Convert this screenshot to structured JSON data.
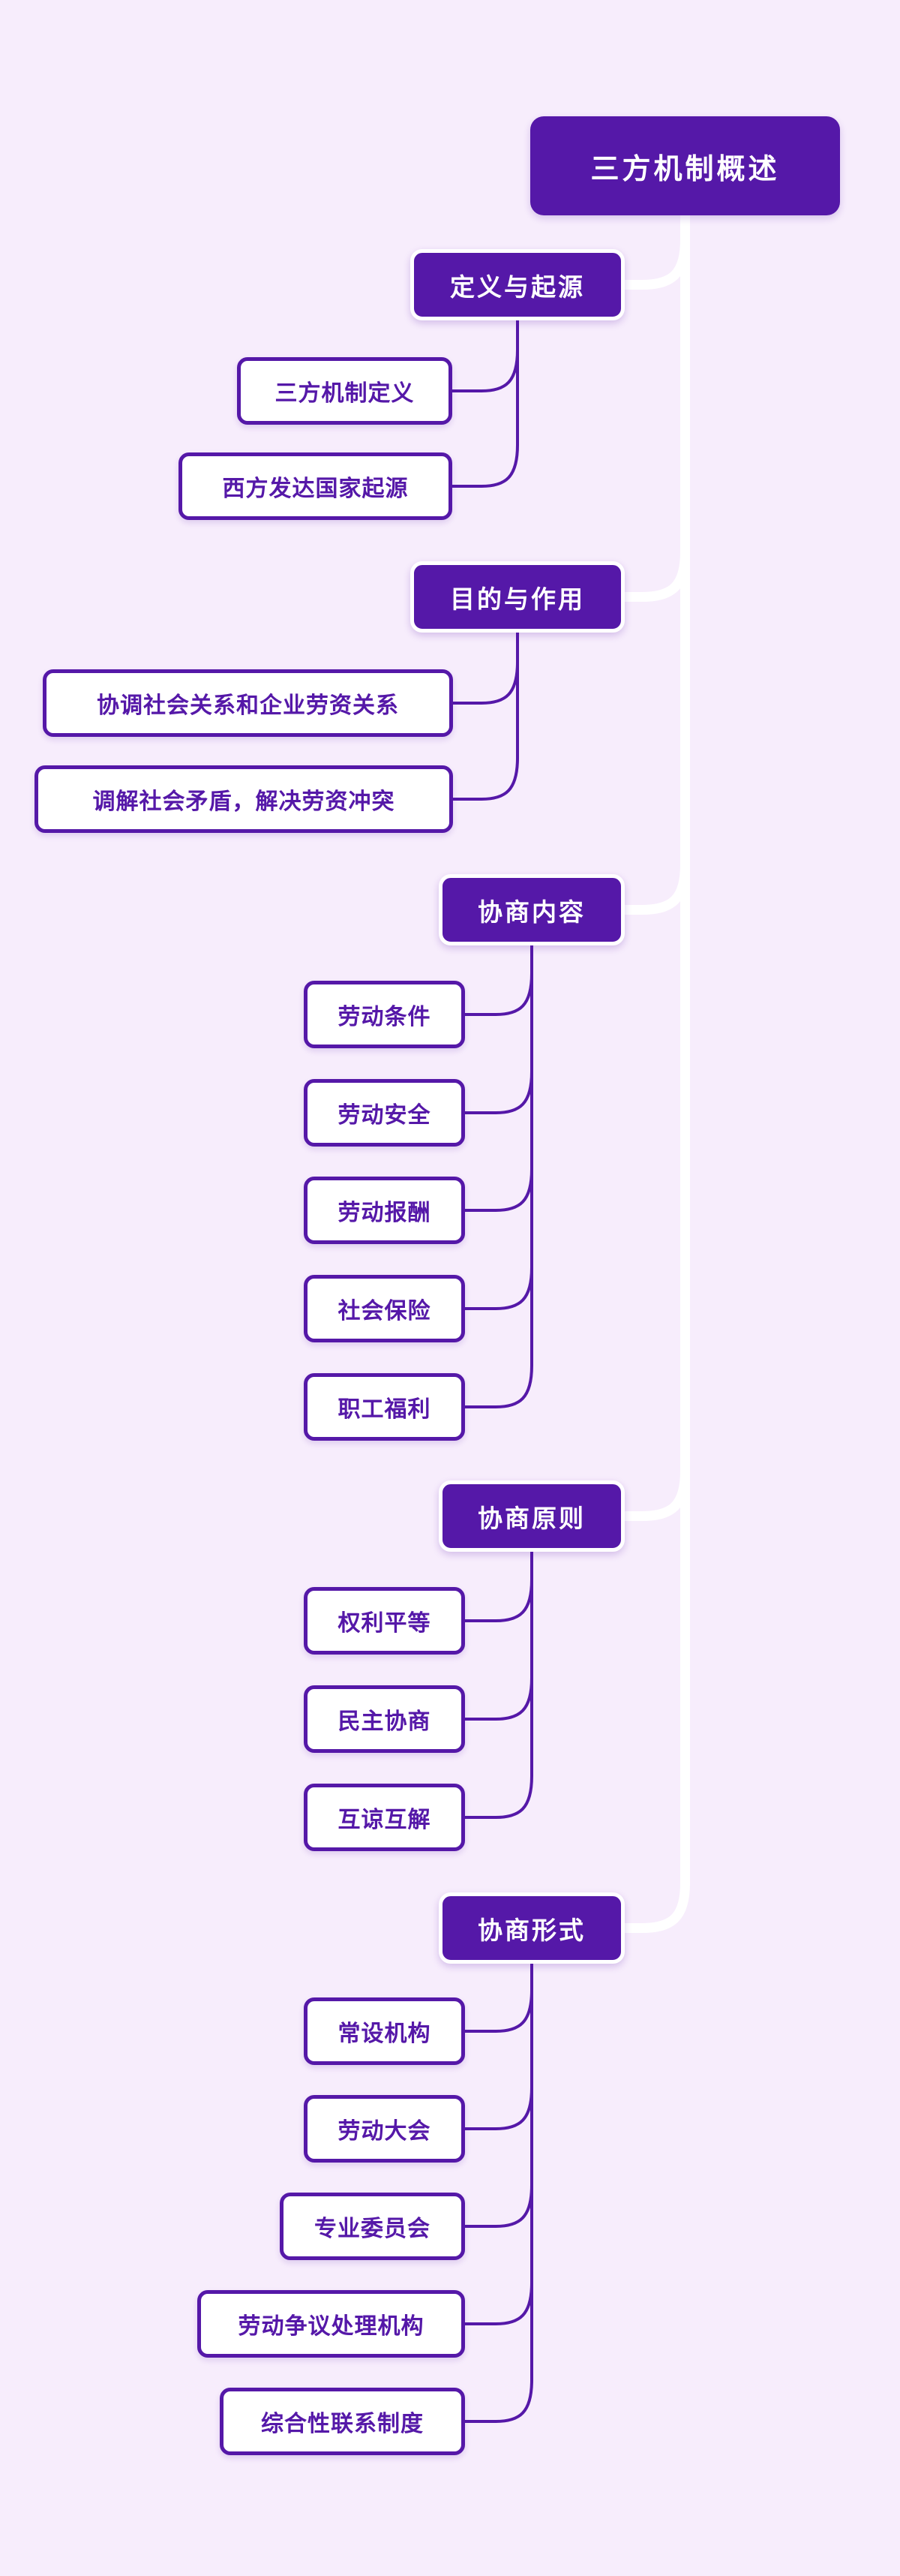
{
  "map_title": "三方机制概述",
  "root": {
    "label": "三方机制概述"
  },
  "branches": [
    {
      "label": "定义与起源",
      "children": [
        {
          "label": "三方机制定义"
        },
        {
          "label": "西方发达国家起源"
        }
      ]
    },
    {
      "label": "目的与作用",
      "children": [
        {
          "label": "协调社会关系和企业劳资关系"
        },
        {
          "label": "调解社会矛盾，解决劳资冲突"
        }
      ]
    },
    {
      "label": "协商内容",
      "children": [
        {
          "label": "劳动条件"
        },
        {
          "label": "劳动安全"
        },
        {
          "label": "劳动报酬"
        },
        {
          "label": "社会保险"
        },
        {
          "label": "职工福利"
        }
      ]
    },
    {
      "label": "协商原则",
      "children": [
        {
          "label": "权利平等"
        },
        {
          "label": "民主协商"
        },
        {
          "label": "互谅互解"
        }
      ]
    },
    {
      "label": "协商形式",
      "children": [
        {
          "label": "常设机构"
        },
        {
          "label": "劳动大会"
        },
        {
          "label": "专业委员会"
        },
        {
          "label": "劳动争议处理机构"
        },
        {
          "label": "综合性联系制度"
        }
      ]
    }
  ],
  "colors": {
    "accent": "#5518a8",
    "background": "#f7edfc",
    "trunk_line": "#ffffff",
    "child_line": "#5518a8",
    "node_text_light": "#ffffff"
  }
}
